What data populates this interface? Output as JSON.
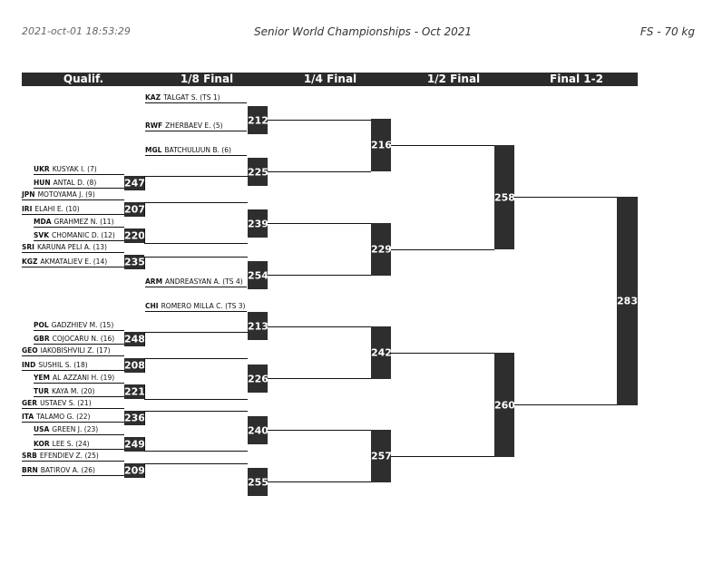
{
  "header": {
    "timestamp": "2021-oct-01 18:53:29",
    "event": "Senior World Championships - Oct 2021",
    "category": "FS - 70 kg"
  },
  "columns": [
    "Qualif.",
    "1/8 Final",
    "1/4 Final",
    "1/2 Final",
    "Final 1-2"
  ],
  "entries": [
    {
      "cc": "KAZ",
      "name": "TALGAT S. (TS 1)"
    },
    {
      "cc": "RWF",
      "name": "ZHERBAEV E. (5)"
    },
    {
      "cc": "MGL",
      "name": "BATCHULUUN B. (6)"
    },
    {
      "cc": "UKR",
      "name": "KUSYAK I. (7)"
    },
    {
      "cc": "HUN",
      "name": "ANTAL D. (8)"
    },
    {
      "cc": "JPN",
      "name": "MOTOYAMA J. (9)"
    },
    {
      "cc": "IRI",
      "name": "ELAHI E. (10)"
    },
    {
      "cc": "MDA",
      "name": "GRAHMEZ N. (11)"
    },
    {
      "cc": "SVK",
      "name": "CHOMANIC D. (12)"
    },
    {
      "cc": "SRI",
      "name": "KARUNA PELI A. (13)"
    },
    {
      "cc": "KGZ",
      "name": "AKMATALIEV E. (14)"
    },
    {
      "cc": "ARM",
      "name": "ANDREASYAN A. (TS 4)"
    },
    {
      "cc": "CHI",
      "name": "ROMERO MILLA C. (TS 3)"
    },
    {
      "cc": "POL",
      "name": "GADZHIEV M. (15)"
    },
    {
      "cc": "GBR",
      "name": "COJOCARU N. (16)"
    },
    {
      "cc": "GEO",
      "name": "IAKOBISHVILI Z. (17)"
    },
    {
      "cc": "IND",
      "name": "SUSHIL S. (18)"
    },
    {
      "cc": "YEM",
      "name": "AL AZZANI H. (19)"
    },
    {
      "cc": "TUR",
      "name": "KAYA M. (20)"
    },
    {
      "cc": "GER",
      "name": "USTAEV S. (21)"
    },
    {
      "cc": "ITA",
      "name": "TALAMO G. (22)"
    },
    {
      "cc": "USA",
      "name": "GREEN J. (23)"
    },
    {
      "cc": "KOR",
      "name": "LEE S. (24)"
    },
    {
      "cc": "SRB",
      "name": "EFENDIEV Z. (25)"
    },
    {
      "cc": "BRN",
      "name": "BATIROV A. (26)"
    }
  ],
  "bouts": {
    "q": [
      "247",
      "207",
      "220",
      "235",
      "248",
      "208",
      "221",
      "236",
      "249",
      "209"
    ],
    "r16": [
      "212",
      "225",
      "239",
      "254",
      "213",
      "226",
      "240",
      "255"
    ],
    "qf": [
      "216",
      "229",
      "242",
      "257"
    ],
    "sf": [
      "258",
      "260"
    ],
    "final": "283"
  }
}
